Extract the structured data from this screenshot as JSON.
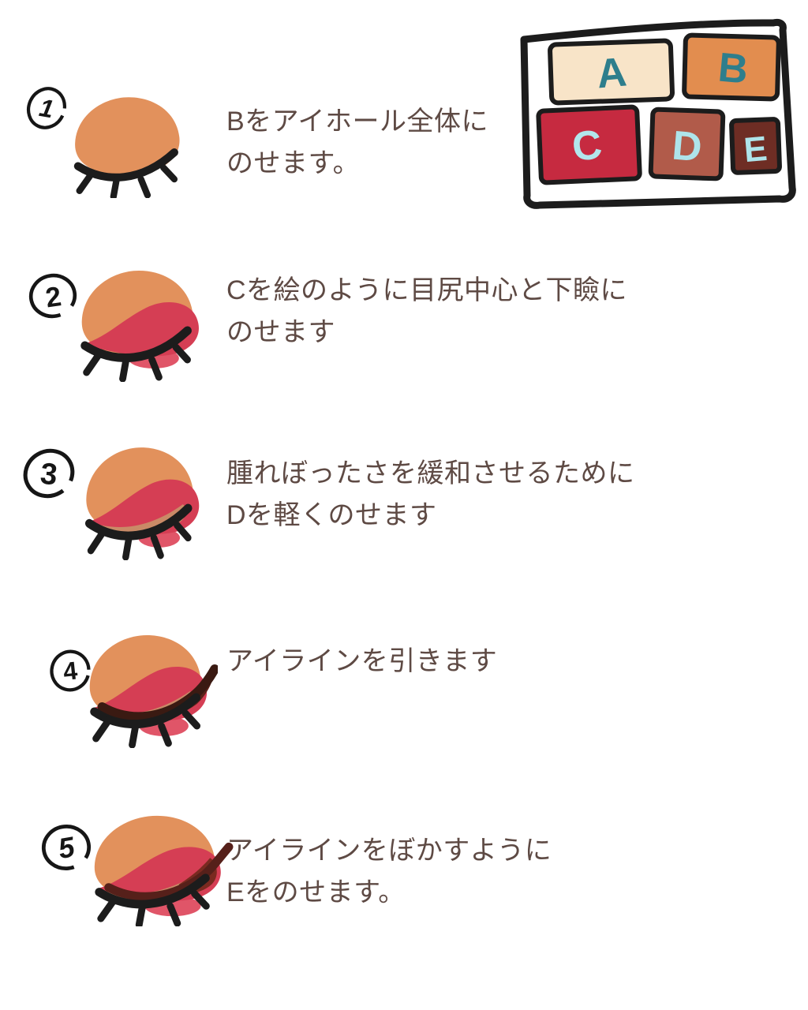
{
  "colors": {
    "background": "#ffffff",
    "text": "#5e4a44",
    "outline": "#1c1c1c",
    "eye_base": "#e2915c",
    "eye_red": "#d53e54",
    "eye_red_bright": "#e05568",
    "eye_tan": "#c98a67",
    "eye_liner": "#3a1a12",
    "eye_liner_fill": "#5a2218",
    "eye_blend": "#7a2a20",
    "eye_liner_soft": "#56201a"
  },
  "palette": {
    "swatches": [
      {
        "label": "A",
        "color": "#f8e4c8",
        "letter_color": "#2e7e8c"
      },
      {
        "label": "B",
        "color": "#e28d4f",
        "letter_color": "#2e7e8c"
      },
      {
        "label": "C",
        "color": "#c62a40",
        "letter_color": "#b2e6ec"
      },
      {
        "label": "D",
        "color": "#b15b4a",
        "letter_color": "#aee4ea"
      },
      {
        "label": "E",
        "color": "#6e2d24",
        "letter_color": "#aee4ea"
      }
    ]
  },
  "steps": [
    {
      "number": "1",
      "lines": [
        "Bをアイホール全体に",
        "のせます。"
      ]
    },
    {
      "number": "2",
      "lines": [
        "Cを絵のように目尻中心と下瞼に",
        "のせます"
      ]
    },
    {
      "number": "3",
      "lines": [
        "腫れぼったさを緩和させるために",
        "Dを軽くのせます"
      ]
    },
    {
      "number": "4",
      "lines": [
        "アイラインを引きます"
      ]
    },
    {
      "number": "5",
      "lines": [
        "アイラインをぼかすように",
        "Eをのせます。"
      ]
    }
  ]
}
